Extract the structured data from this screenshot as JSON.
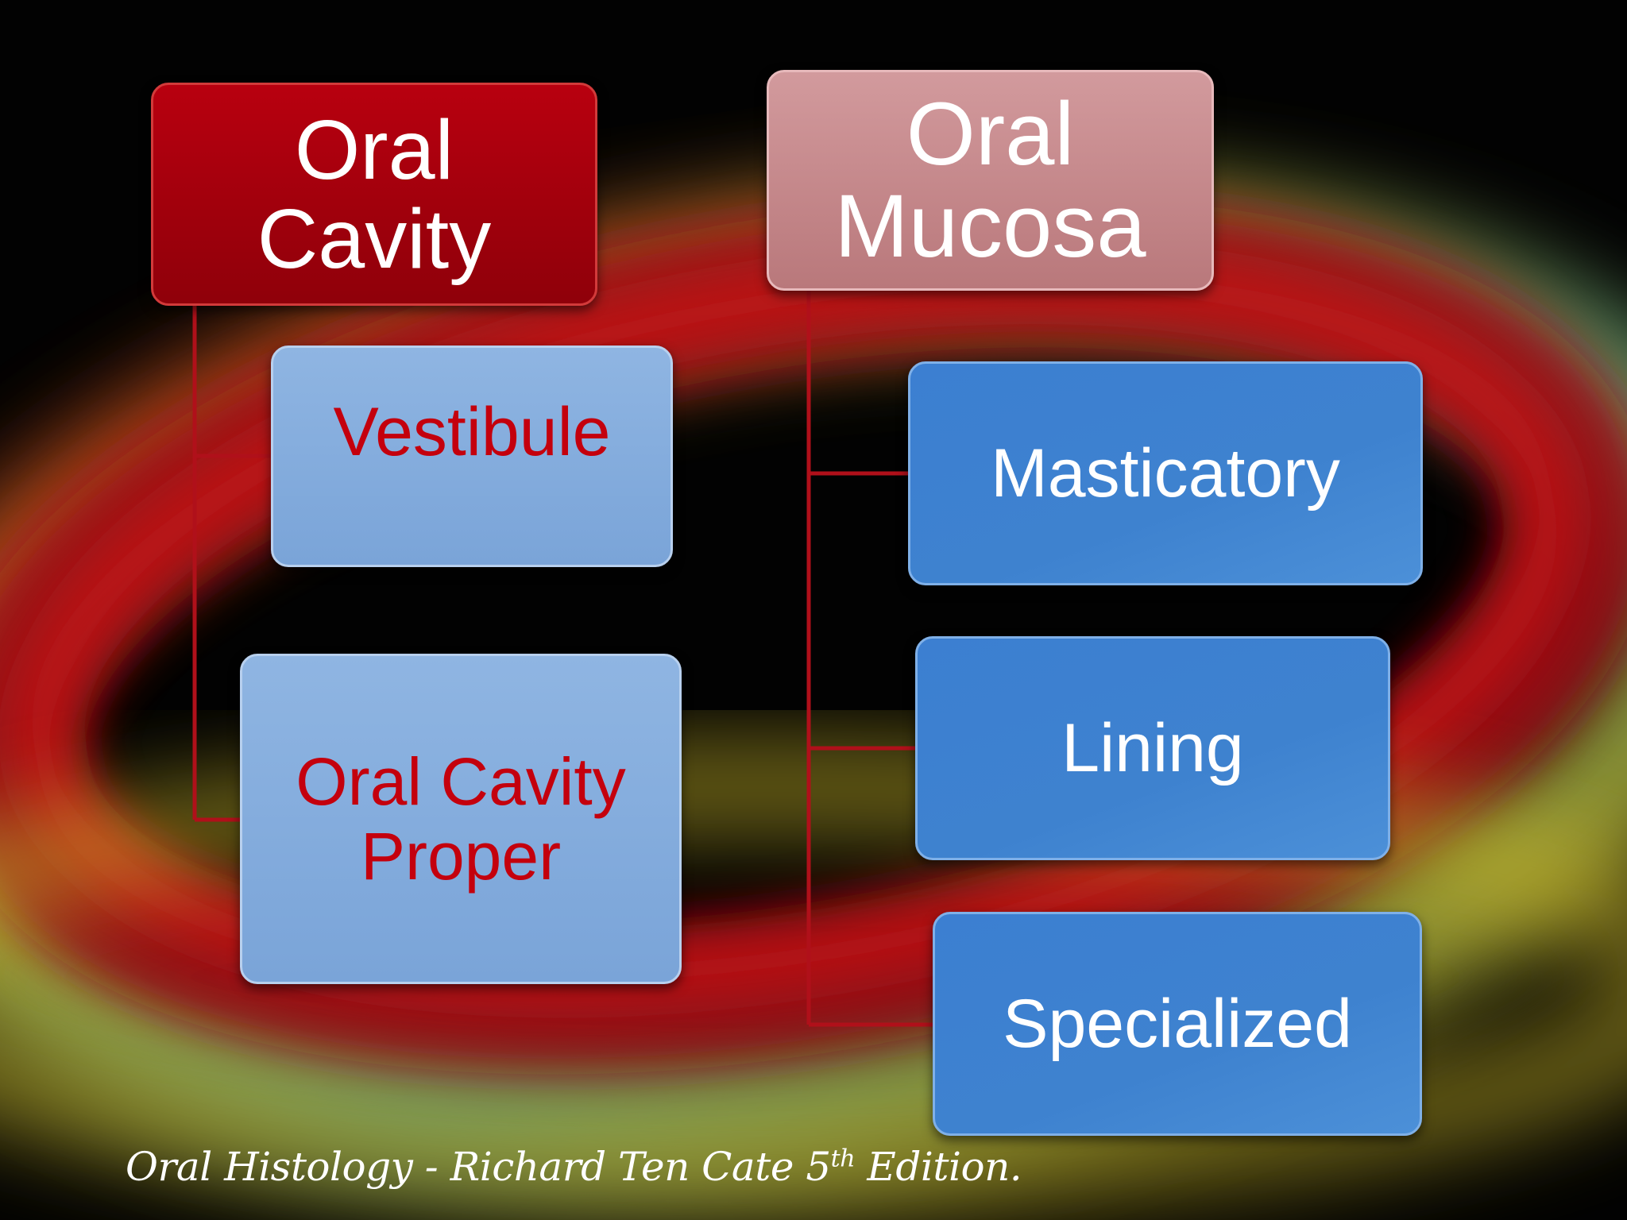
{
  "diagram": {
    "roots": [
      {
        "id": "cavity",
        "line1": "Oral",
        "line2": "Cavity"
      },
      {
        "id": "mucosa",
        "line1": "Oral",
        "line2": "Mucosa"
      }
    ],
    "cavity_children": [
      {
        "line1": "Vestibule"
      },
      {
        "line1": "Oral Cavity",
        "line2": "Proper"
      }
    ],
    "mucosa_children": [
      {
        "label": "Masticatory"
      },
      {
        "label": "Lining"
      },
      {
        "label": "Specialized"
      }
    ],
    "colors": {
      "root_cavity": "#a8000d",
      "root_mucosa": "#c98a8d",
      "leaf_light": "#85add9",
      "leaf_dark": "#3d80d0",
      "connector": "#b0101a",
      "leaf_light_text": "#c4000d"
    }
  },
  "citation": {
    "main": "Oral Histology - Richard Ten Cate 5",
    "sup": "th",
    "tail": " Edition."
  }
}
